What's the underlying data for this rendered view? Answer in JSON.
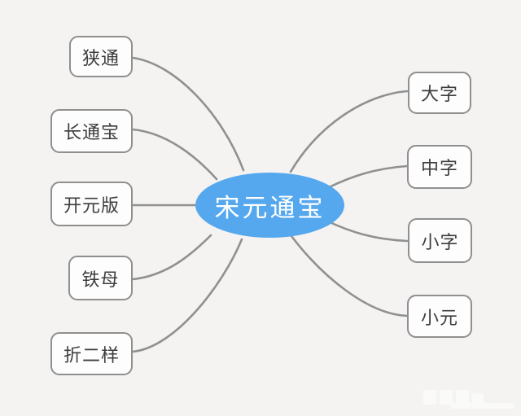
{
  "mindmap": {
    "root": {
      "label": "宋元通宝"
    },
    "left_branches": [
      {
        "label": "狭通"
      },
      {
        "label": "长通宝"
      },
      {
        "label": "开元版"
      },
      {
        "label": "铁母"
      },
      {
        "label": "折二样"
      }
    ],
    "right_branches": [
      {
        "label": "大字"
      },
      {
        "label": "中字"
      },
      {
        "label": "小字"
      },
      {
        "label": "小元"
      }
    ],
    "colors": {
      "background": "#f4f3f1",
      "root_fill": "#55a8ee",
      "root_text": "#ffffff",
      "node_fill": "#fdfdfd",
      "node_border": "#8f8f8f",
      "node_text": "#3d3d3d",
      "edge": "#909090"
    }
  }
}
